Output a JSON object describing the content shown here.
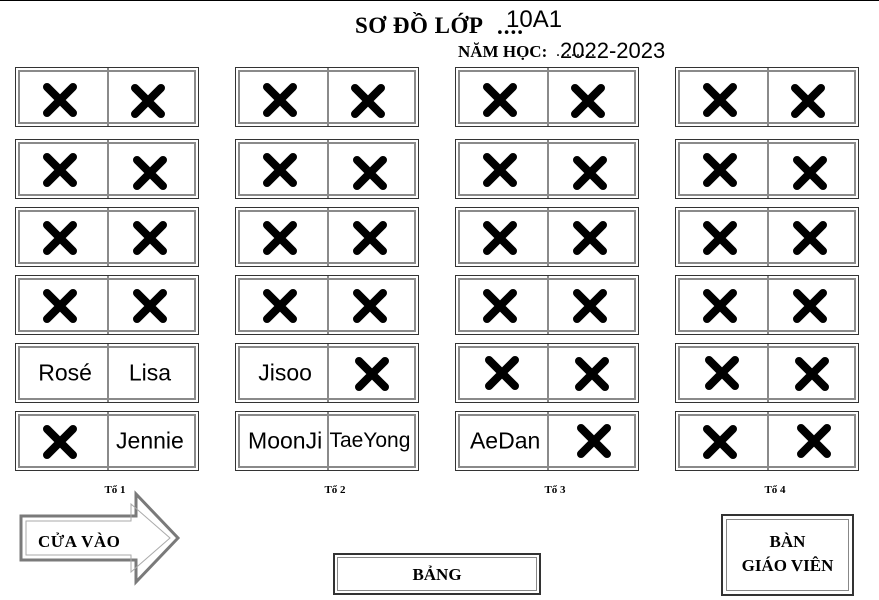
{
  "header": {
    "title": "SƠ ĐỒ LỚP",
    "title_dots": "....",
    "class_name": "10A1",
    "year_label": "NĂM HỌC:",
    "year_dots": "........",
    "school_year": "2022-2023"
  },
  "groups": [
    {
      "label": "Tổ 1",
      "desks": [
        {
          "left": {
            "mark": "x-icon"
          },
          "right": {
            "mark": "x-icon"
          }
        },
        {
          "left": {
            "mark": "x-icon"
          },
          "right": {
            "mark": "x-icon"
          }
        },
        {
          "left": {
            "mark": "x-icon"
          },
          "right": {
            "mark": "x-icon"
          }
        },
        {
          "left": {
            "mark": "x-icon"
          },
          "right": {
            "mark": "x-icon"
          }
        },
        {
          "left": {
            "name": "Rosé"
          },
          "right": {
            "name": "Lisa"
          }
        },
        {
          "left": {
            "mark": "x-icon"
          },
          "right": {
            "name": "Jennie"
          }
        }
      ]
    },
    {
      "label": "Tổ 2",
      "desks": [
        {
          "left": {
            "mark": "x-icon"
          },
          "right": {
            "mark": "x-icon"
          }
        },
        {
          "left": {
            "mark": "x-icon"
          },
          "right": {
            "mark": "x-icon"
          }
        },
        {
          "left": {
            "mark": "x-icon"
          },
          "right": {
            "mark": "x-icon"
          }
        },
        {
          "left": {
            "mark": "x-icon"
          },
          "right": {
            "mark": "x-icon"
          }
        },
        {
          "left": {
            "name": "Jisoo"
          },
          "right": {
            "mark": "x-icon"
          }
        },
        {
          "left": {
            "name": "MoonJi"
          },
          "right": {
            "name": "TaeYong"
          }
        }
      ]
    },
    {
      "label": "Tổ 3",
      "desks": [
        {
          "left": {
            "mark": "x-icon"
          },
          "right": {
            "mark": "x-icon"
          }
        },
        {
          "left": {
            "mark": "x-icon"
          },
          "right": {
            "mark": "x-icon"
          }
        },
        {
          "left": {
            "mark": "x-icon"
          },
          "right": {
            "mark": "x-icon"
          }
        },
        {
          "left": {
            "mark": "x-icon"
          },
          "right": {
            "mark": "x-icon"
          }
        },
        {
          "left": {
            "mark": "x-icon"
          },
          "right": {
            "mark": "x-icon"
          }
        },
        {
          "left": {
            "name": "AeDan"
          },
          "right": {
            "mark": "x-icon"
          }
        }
      ]
    },
    {
      "label": "Tổ 4",
      "desks": [
        {
          "left": {
            "mark": "x-icon"
          },
          "right": {
            "mark": "x-icon"
          }
        },
        {
          "left": {
            "mark": "x-icon"
          },
          "right": {
            "mark": "x-icon"
          }
        },
        {
          "left": {
            "mark": "x-icon"
          },
          "right": {
            "mark": "x-icon"
          }
        },
        {
          "left": {
            "mark": "x-icon"
          },
          "right": {
            "mark": "x-icon"
          }
        },
        {
          "left": {
            "mark": "x-icon"
          },
          "right": {
            "mark": "x-icon"
          }
        },
        {
          "left": {
            "mark": "x-icon"
          },
          "right": {
            "mark": "x-icon"
          }
        }
      ]
    }
  ],
  "entrance": {
    "label": "CỬA VÀO",
    "icon": "arrow-right-icon"
  },
  "board": {
    "label": "BẢNG"
  },
  "teacher_desk": {
    "line1": "BÀN",
    "line2": "GIÁO VIÊN"
  }
}
